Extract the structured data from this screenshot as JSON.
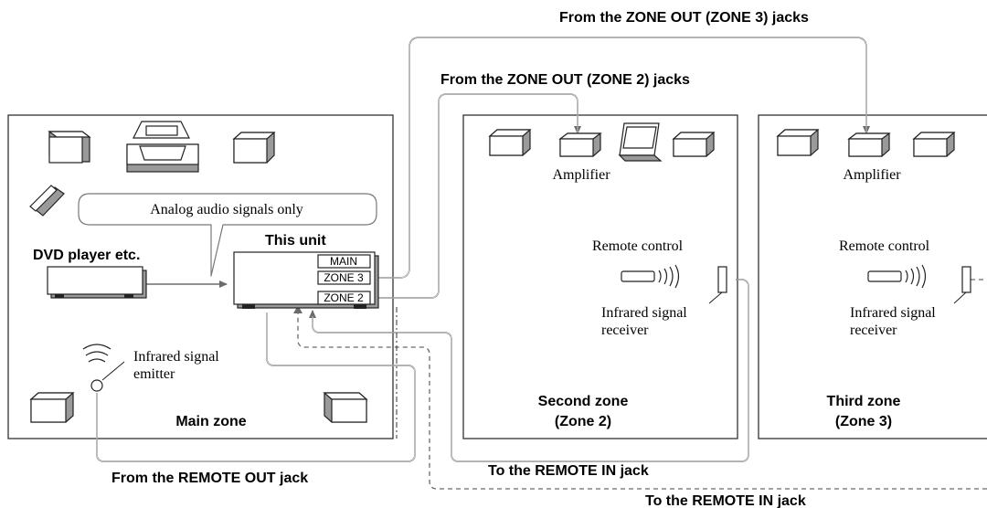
{
  "labels": {
    "zone3_jacks": "From the ZONE OUT (ZONE 3) jacks",
    "zone2_jacks": "From the ZONE OUT (ZONE 2) jacks",
    "analog_only": "Analog audio signals only",
    "this_unit": "This unit",
    "dvd_player": "DVD player etc.",
    "amp_main_out": "MAIN",
    "amp_zone3_out": "ZONE 3",
    "amp_zone2_out": "ZONE 2",
    "emitter_line1": "Infrared signal",
    "emitter_line2": "emitter",
    "main_zone": "Main zone",
    "amplifier_zone2": "Amplifier",
    "amplifier_zone3": "Amplifier",
    "remote_zone2": "Remote control",
    "remote_zone3": "Remote control",
    "receiver_zone2_line1": "Infrared signal",
    "receiver_zone2_line2": "receiver",
    "receiver_zone3_line1": "Infrared signal",
    "receiver_zone3_line2": "receiver",
    "second_zone_line1": "Second zone",
    "second_zone_line2": "(Zone 2)",
    "third_zone_line1": "Third zone",
    "third_zone_line2": "(Zone 3)",
    "remote_out_jack": "From the REMOTE OUT jack",
    "remote_in_jack_zone2": "To the REMOTE IN jack",
    "remote_in_jack_zone3": "To the REMOTE IN jack"
  }
}
